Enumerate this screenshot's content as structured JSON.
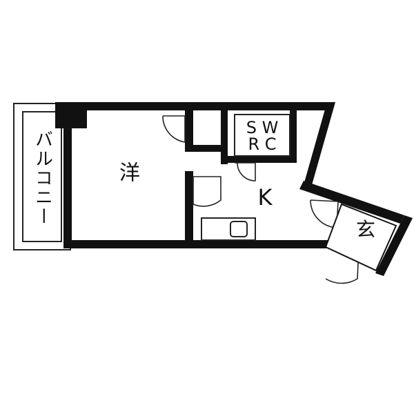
{
  "floor_plan": {
    "rooms": {
      "western_room": "洋",
      "kitchen": "K",
      "entrance": "玄",
      "balcony": "バルコニー",
      "storage_top": "S W",
      "storage_bottom": "R C"
    },
    "colors": {
      "wall": "#111111",
      "line": "#222222",
      "background": "#ffffff"
    }
  }
}
